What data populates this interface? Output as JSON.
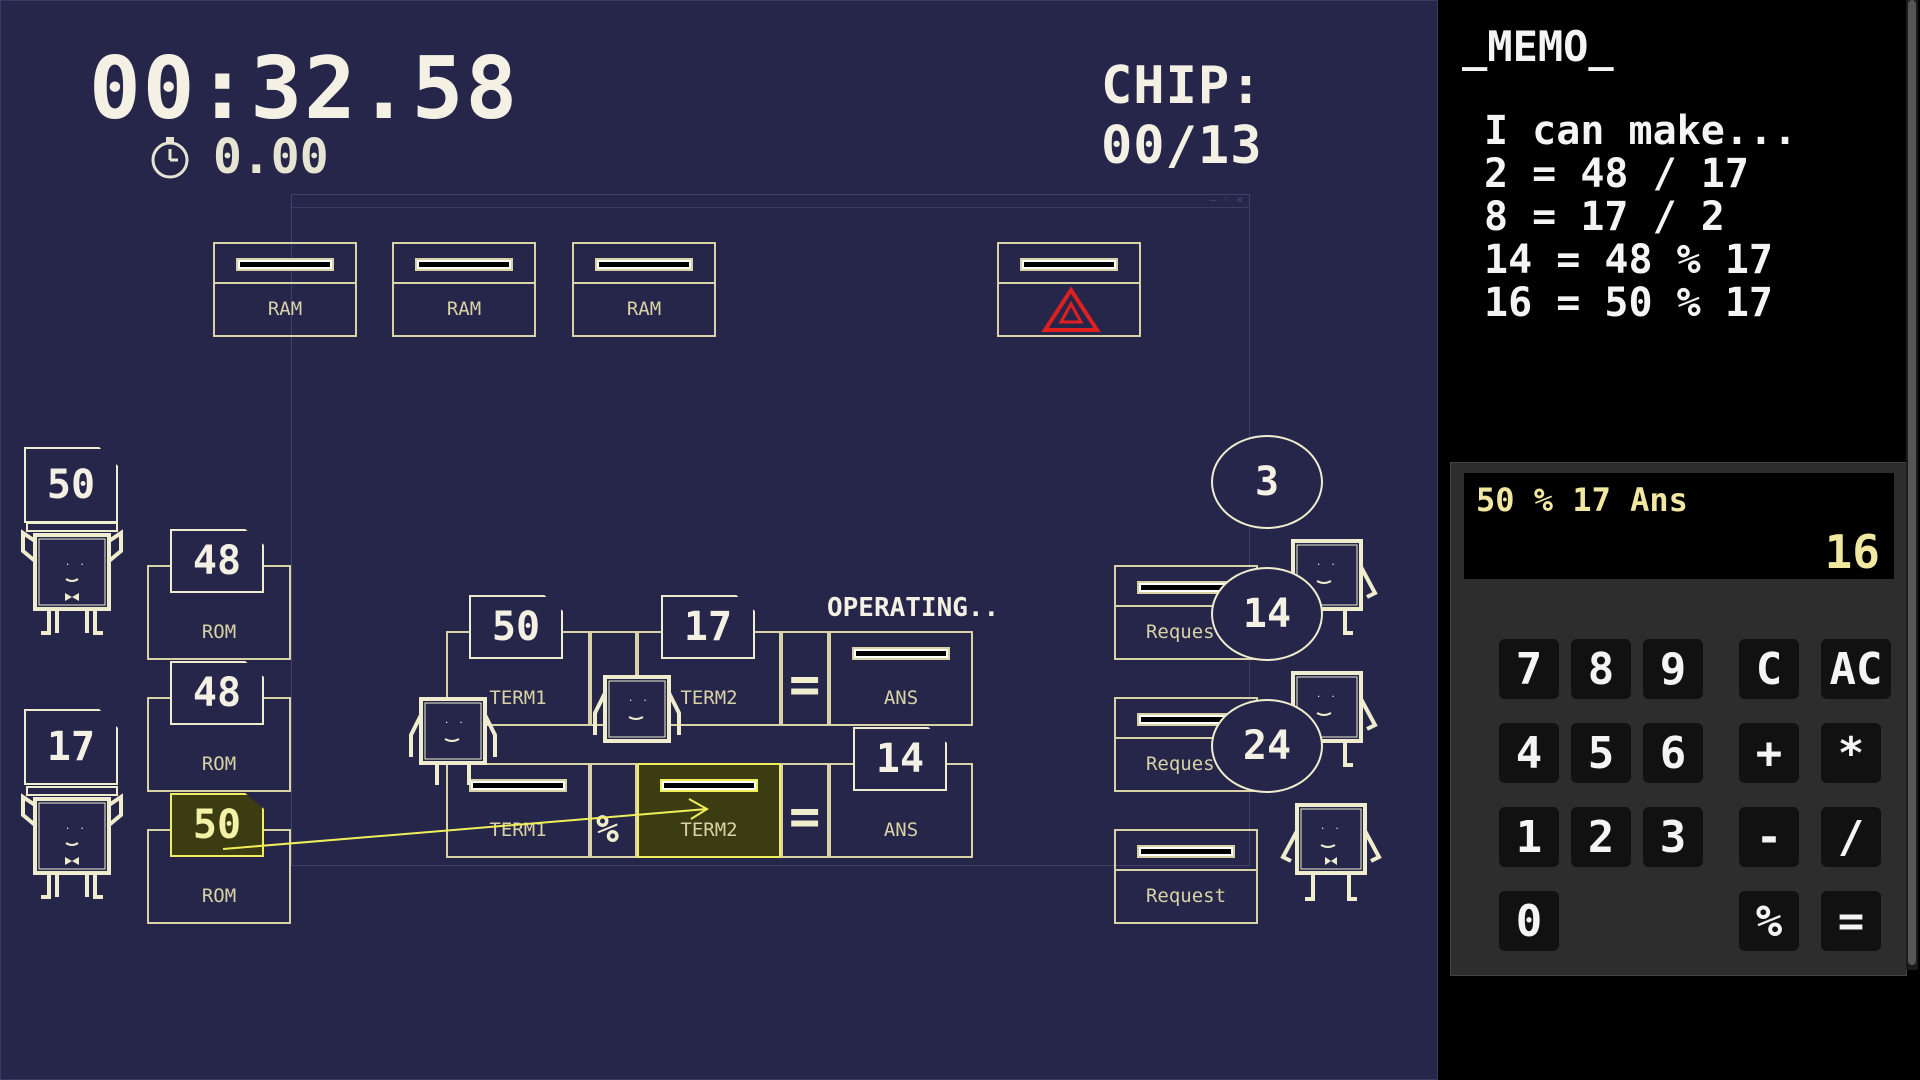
{
  "hud": {
    "timer": "00:32.58",
    "stopwatch": "0.00",
    "chip": "CHIP: 00/13"
  },
  "ram_slots": [
    {
      "label": "RAM"
    },
    {
      "label": "RAM"
    },
    {
      "label": "RAM"
    }
  ],
  "hazard_slot": {
    "icon": "recycle-warning-icon",
    "color": "#e02020"
  },
  "rom_slots": [
    {
      "label": "ROM",
      "card": "48"
    },
    {
      "label": "ROM",
      "card": "48"
    },
    {
      "label": "ROM",
      "card": "50"
    }
  ],
  "workers_left": [
    {
      "card": "50"
    },
    {
      "card": "17"
    }
  ],
  "operator_row1": {
    "term1_label": "TERM1",
    "term1_card": "50",
    "term2_label": "TERM2",
    "term2_card": "17",
    "op": "=",
    "ans_label": "ANS"
  },
  "operator_row2": {
    "term1_label": "TERM1",
    "symbol": "%",
    "term2_label": "TERM2",
    "op": "=",
    "ans_label": "ANS",
    "ans_card": "14"
  },
  "status": "OPERATING..",
  "requests": [
    {
      "label": "Request",
      "bubble": "3"
    },
    {
      "label": "Request",
      "bubble": "14"
    },
    {
      "label": "Request",
      "bubble": "24"
    }
  ],
  "memo": {
    "title": "_MEMO_",
    "lines": "I can make...\n2 = 48 / 17\n8 = 17 / 2\n14 = 48 % 17\n16 = 50 % 17"
  },
  "calculator": {
    "expression": "50 % 17 Ans",
    "result": "16",
    "keys": {
      "k7": "7",
      "k8": "8",
      "k9": "9",
      "kc": "C",
      "kac": "AC",
      "k4": "4",
      "k5": "5",
      "k6": "6",
      "kplus": "+",
      "kmul": "*",
      "k1": "1",
      "k2": "2",
      "k3": "3",
      "kminus": "-",
      "kdiv": "/",
      "k0": "0",
      "kmod": "%",
      "keq": "="
    }
  },
  "colors": {
    "highlight": "#f0ee5a",
    "background": "#25264a",
    "ink": "#f0ecce"
  }
}
